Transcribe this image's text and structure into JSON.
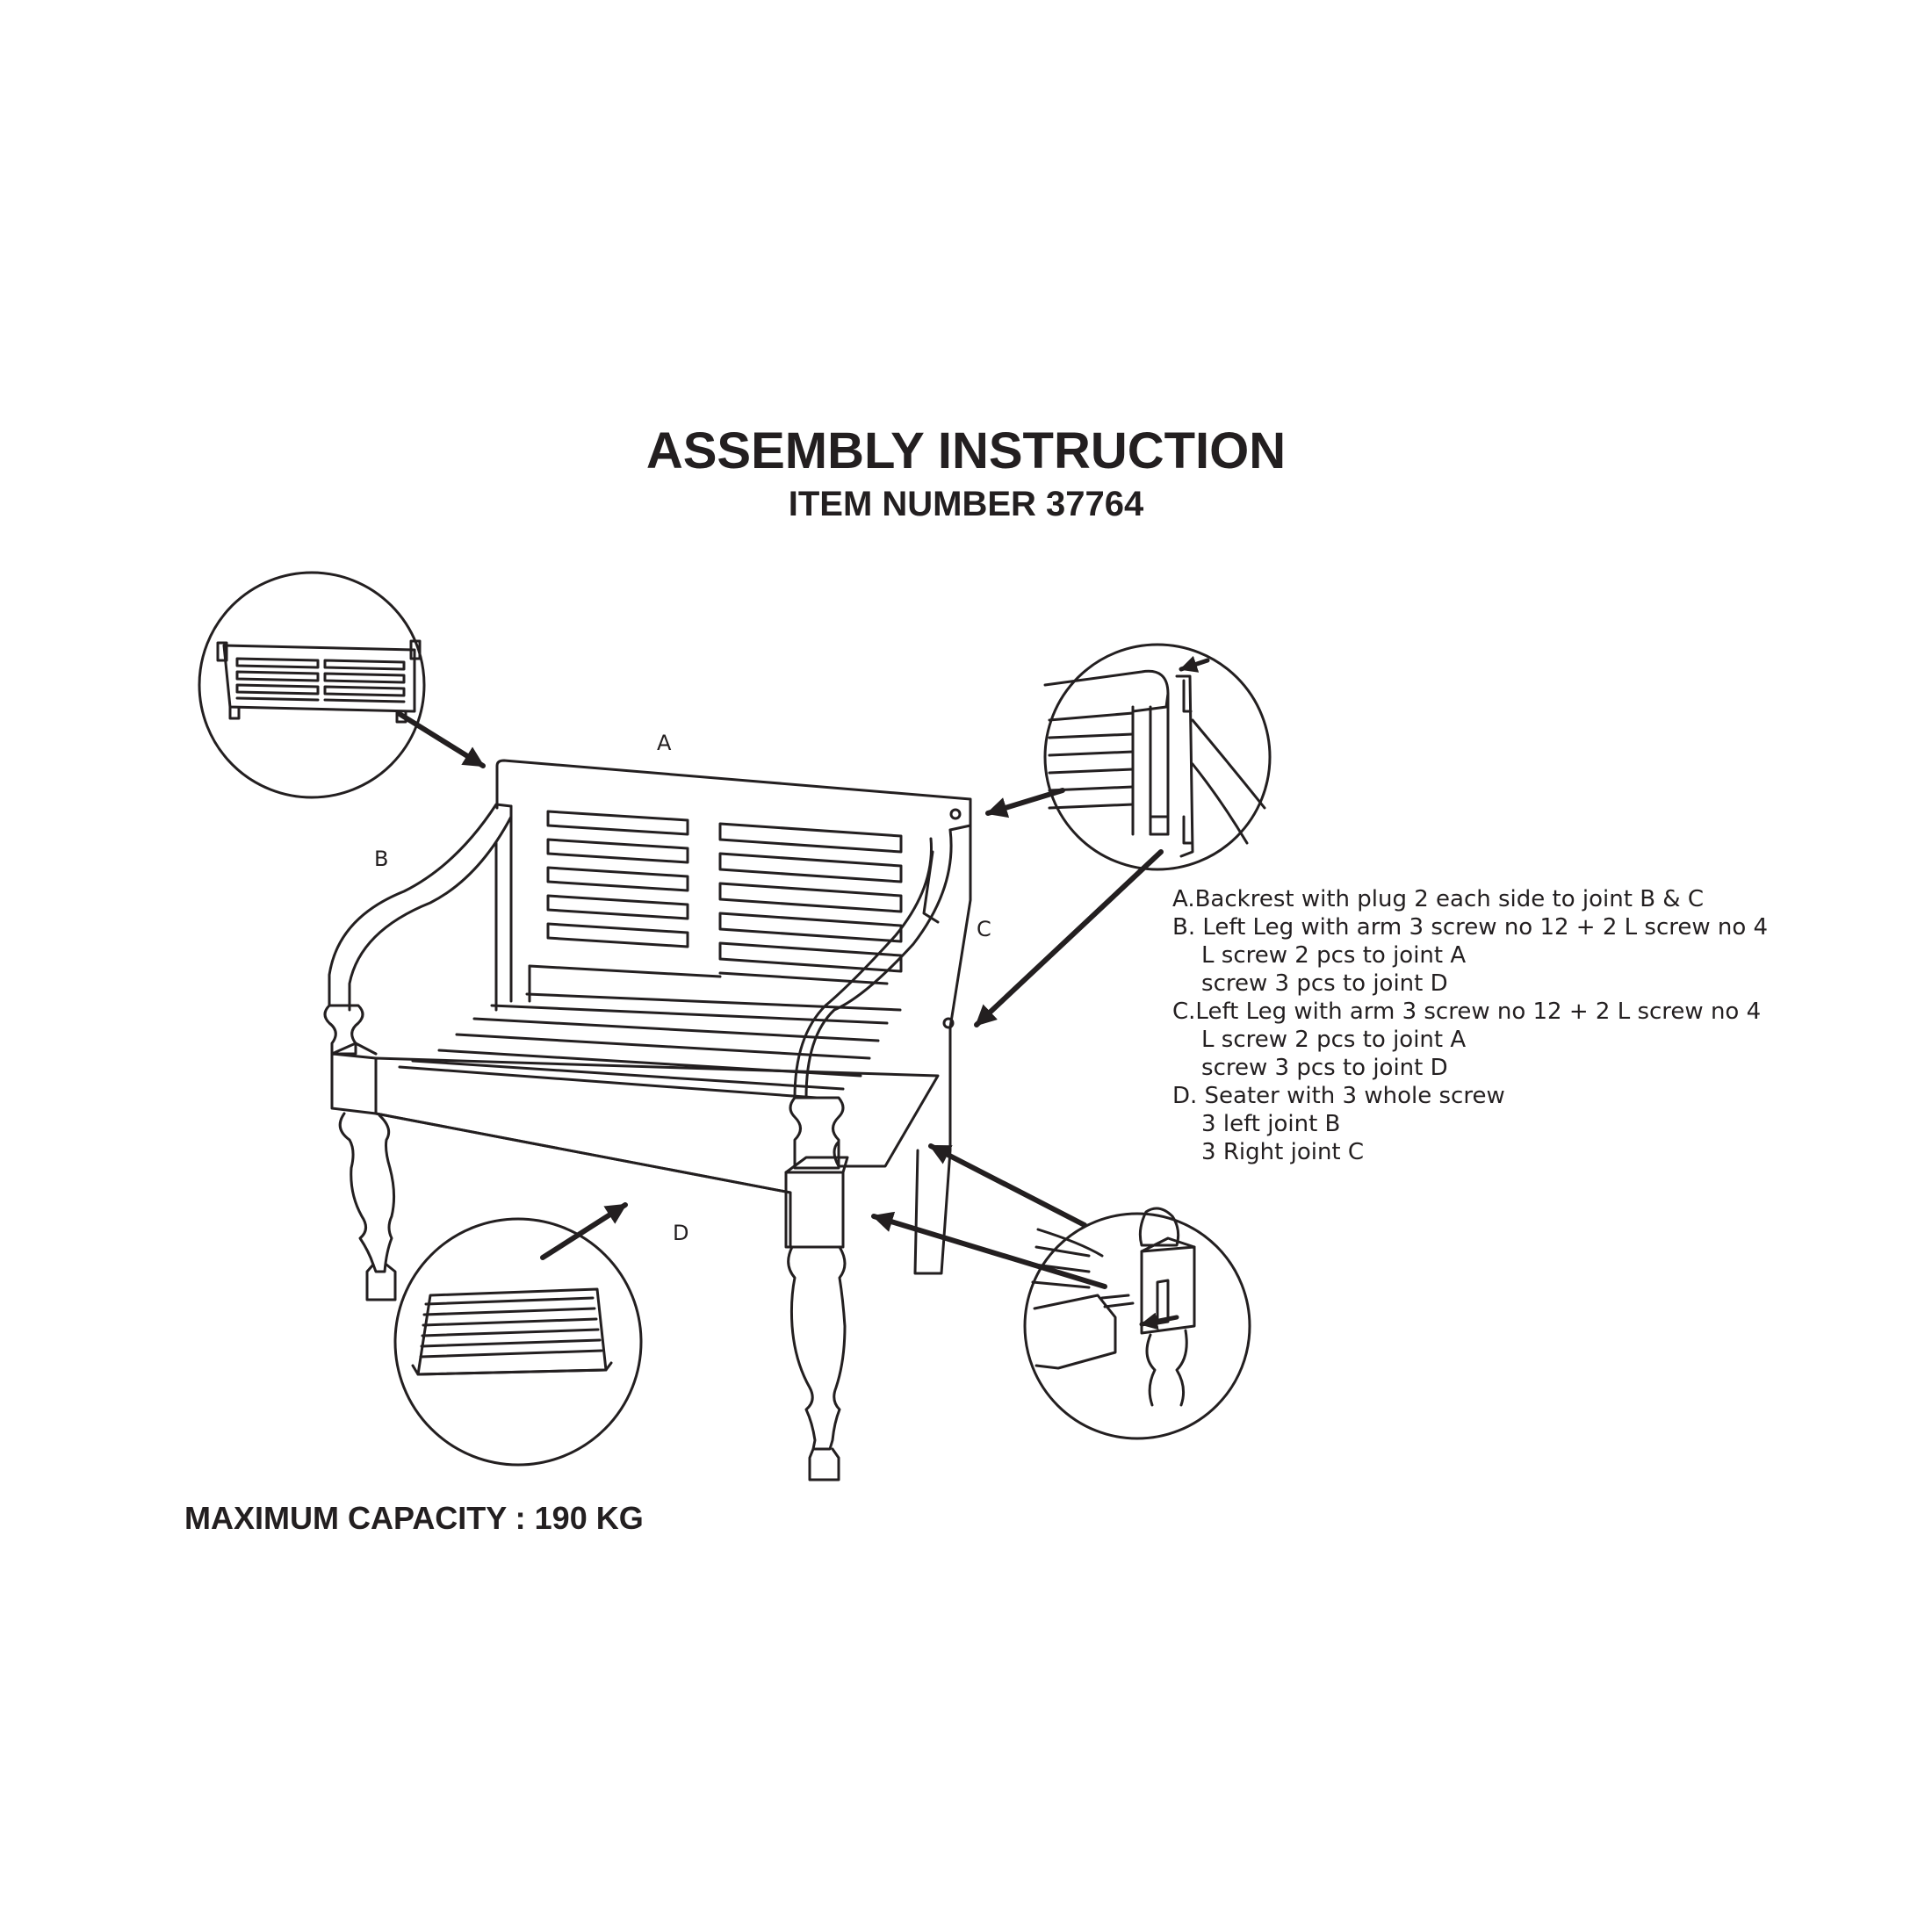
{
  "title": "ASSEMBLY INSTRUCTION",
  "subtitle": "ITEM NUMBER 37764",
  "part_labels": {
    "a": "A",
    "b": "B",
    "c": "C",
    "d": "D"
  },
  "instructions": [
    "A.Backrest with plug 2 each side to joint B & C",
    "B. Left Leg with arm 3 screw no 12 + 2 L screw no 4",
    "    L screw 2 pcs to joint A",
    "    screw 3 pcs to joint D",
    "C.Left Leg with arm 3 screw no 12 + 2 L screw no 4",
    "    L screw 2 pcs to joint A",
    "    screw 3 pcs to joint D",
    "D. Seater with 3 whole screw",
    "    3 left joint B",
    "    3 Right joint C"
  ],
  "capacity": "MAXIMUM CAPACITY : 190 KG",
  "colors": {
    "line": "#231f20",
    "background": "#ffffff"
  }
}
